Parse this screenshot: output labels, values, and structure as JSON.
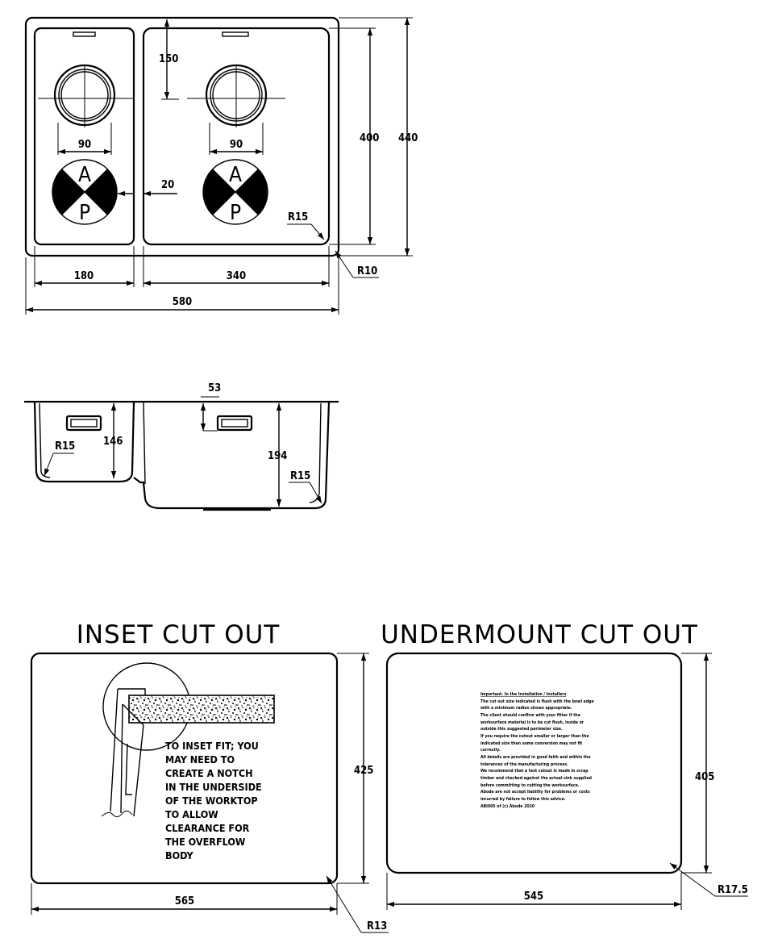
{
  "top_view": {
    "dims": {
      "hole_offset": "150",
      "left_waste": "90",
      "right_waste": "90",
      "gap": "20",
      "inner_height": "400",
      "outer_height": "440",
      "bowl_radius": "R15",
      "corner_radius": "R10",
      "left_bowl_width": "180",
      "right_bowl_width": "340",
      "overall_width": "580"
    },
    "badges": {
      "left": {
        "top": "A",
        "bottom": "P"
      },
      "right": {
        "top": "A",
        "bottom": "P"
      }
    }
  },
  "section_view": {
    "dims": {
      "overflow_offset": "53",
      "left_depth": "146",
      "right_depth": "194",
      "left_radius": "R15",
      "right_radius": "R15"
    }
  },
  "inset_cut_out": {
    "title": "INSET CUT OUT",
    "note_lines": [
      "TO INSET FIT; YOU",
      "MAY NEED TO",
      "CREATE A NOTCH",
      "IN THE UNDERSIDE",
      "OF THE WORKTOP",
      "TO ALLOW",
      "CLEARANCE FOR",
      "THE OVERFLOW",
      "BODY"
    ],
    "dims": {
      "height": "425",
      "width": "565",
      "radius": "R13"
    }
  },
  "undermount_cut_out": {
    "title": "UNDERMOUNT CUT OUT",
    "note_lines": [
      "Important. In the Installation / Installers",
      "The cut out size indicated is flush with the bowl edge",
      "with a minimum radius shown appropriate.",
      "The client should confirm with your fitter if the",
      "worksurface material is to be cut flush, inside or",
      "outside this suggested perimeter size.",
      "If you require the cutout smaller or larger than the",
      "indicated size then some conversion may not fit",
      "correctly.",
      "All details are provided in good faith and within the",
      "tolerances of the manufacturing process.",
      "We recommend that a test cutout is made in scrap",
      "timber and checked against the actual sink supplied",
      "before committing to cutting the worksurface.",
      "Abode are not accept liability for problems or costs",
      "incurred by failure to follow this advice.",
      "ABI005 of (c) Abode 2020"
    ],
    "dims": {
      "height": "405",
      "width": "545",
      "radius": "R17.5"
    }
  }
}
